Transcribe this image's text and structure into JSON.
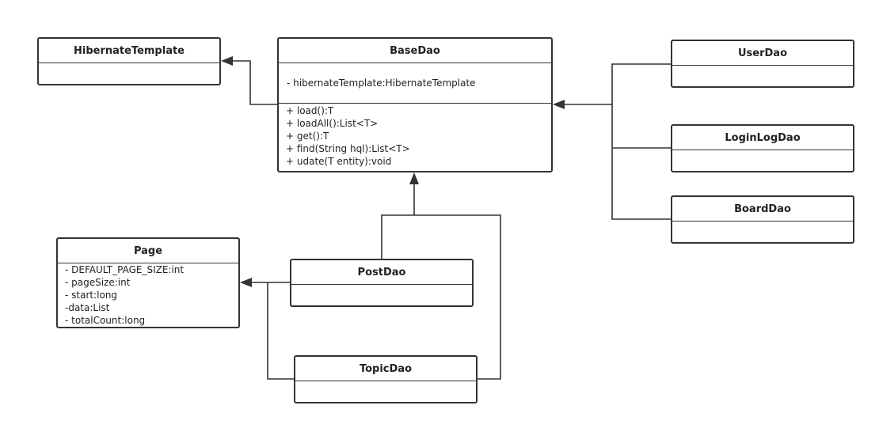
{
  "classes": {
    "hibernate_template": {
      "name": "HibernateTemplate"
    },
    "base_dao": {
      "name": "BaseDao",
      "attributes": [
        "- hibernateTemplate:HibernateTemplate"
      ],
      "methods": [
        "+ load():T",
        "+ loadAll():List<T>",
        "+ get():T",
        "+ find(String hql):List<T>",
        "+ udate(T entity):void"
      ]
    },
    "user_dao": {
      "name": "UserDao"
    },
    "login_log_dao": {
      "name": "LoginLogDao"
    },
    "board_dao": {
      "name": "BoardDao"
    },
    "page": {
      "name": "Page",
      "attributes": [
        "- DEFAULT_PAGE_SIZE:int",
        "- pageSize:int",
        "- start:long",
        "-data:List",
        "- totalCount:long"
      ]
    },
    "post_dao": {
      "name": "PostDao"
    },
    "topic_dao": {
      "name": "TopicDao"
    }
  },
  "colors": {
    "line": "#333333",
    "background": "#ffffff"
  }
}
